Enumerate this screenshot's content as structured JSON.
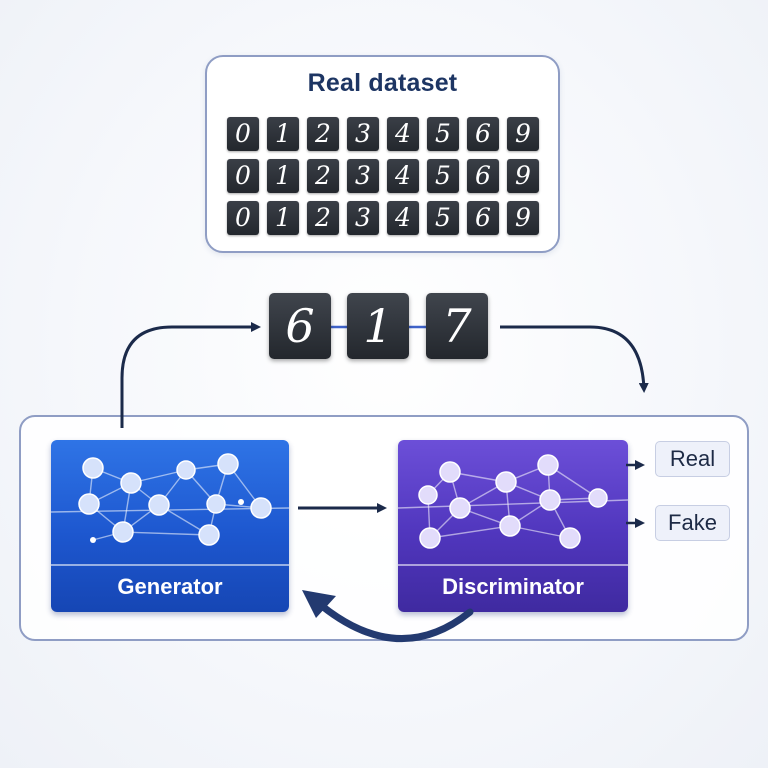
{
  "dataset": {
    "title": "Real dataset",
    "rows": [
      [
        "0",
        "1",
        "2",
        "3",
        "4",
        "5",
        "6",
        "9"
      ],
      [
        "0",
        "1",
        "2",
        "3",
        "4",
        "5",
        "6",
        "9"
      ],
      [
        "0",
        "1",
        "2",
        "3",
        "4",
        "5",
        "6",
        "9"
      ]
    ]
  },
  "samples": [
    "6",
    "1",
    "7"
  ],
  "generator": {
    "label": "Generator"
  },
  "discriminator": {
    "label": "Discriminator"
  },
  "outputs": {
    "real": "Real",
    "fake": "Fake"
  },
  "colors": {
    "generator": "#1d57cf",
    "discriminator": "#5036bd",
    "arrow": "#1b2a4a",
    "border": "#8f9dc4"
  }
}
